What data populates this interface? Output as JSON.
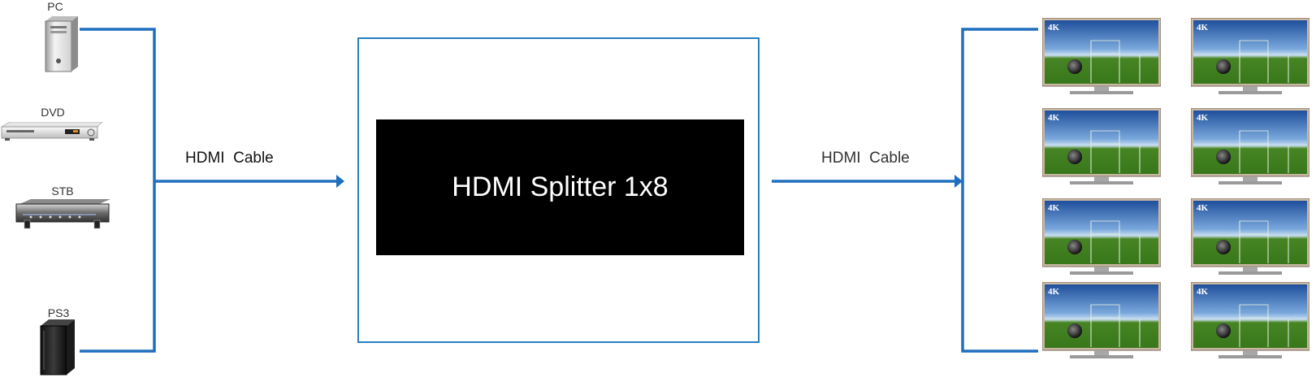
{
  "colors": {
    "line": "#1f6fbf",
    "frame": "#2a7fc1",
    "box_bg": "#000000",
    "box_text": "#ffffff"
  },
  "sources": [
    {
      "label": "PC",
      "icon": "pc-tower-icon"
    },
    {
      "label": "DVD",
      "icon": "dvd-player-icon"
    },
    {
      "label": "STB",
      "icon": "set-top-box-icon"
    },
    {
      "label": "PS3",
      "icon": "ps3-console-icon"
    }
  ],
  "left_cable_label": "HDMI  Cable",
  "right_cable_label": "HDMI  Cable",
  "splitter": {
    "title": "HDMI Splitter 1x8"
  },
  "tv": {
    "badge": "4K",
    "count": 8
  }
}
